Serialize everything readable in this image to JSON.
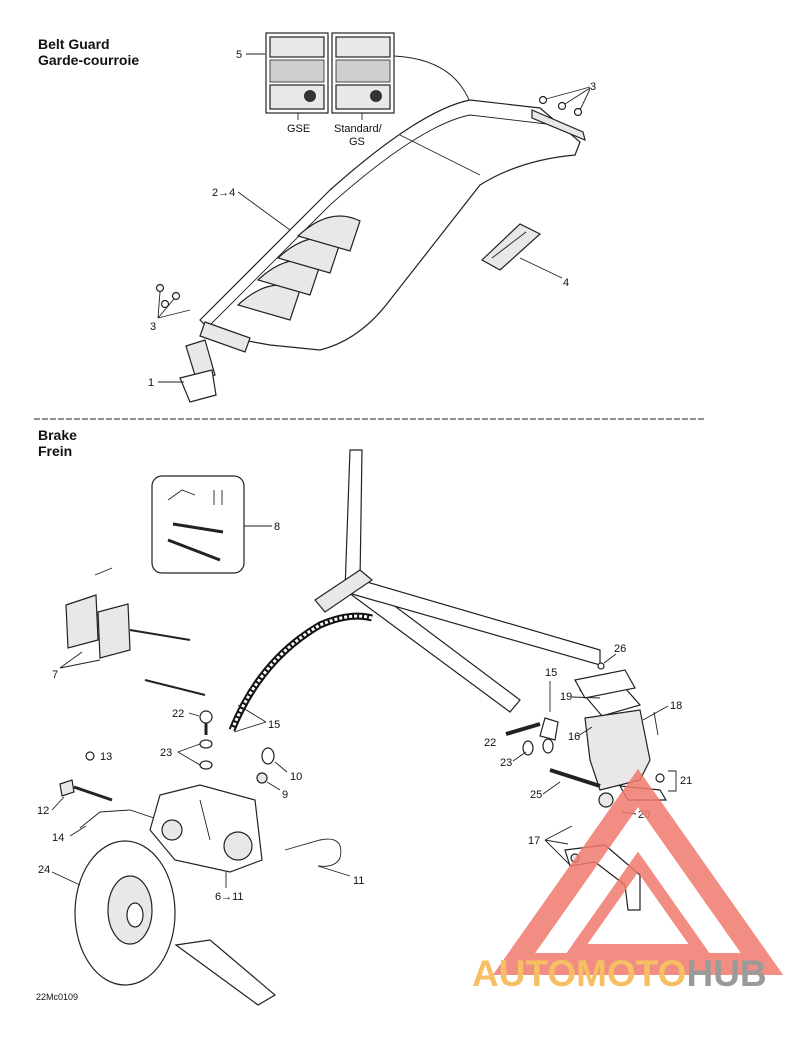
{
  "sections": {
    "belt_guard": {
      "title_en": "Belt Guard",
      "title_fr": "Garde-courroie"
    },
    "brake": {
      "title_en": "Brake",
      "title_fr": "Frein"
    }
  },
  "belt_labels": {
    "l5": "5",
    "l3a": "3",
    "l24": "2→4",
    "l4": "4",
    "l3b": "3",
    "l1": "1",
    "gse": "GSE",
    "standard": "Standard/",
    "gs": "GS"
  },
  "brake_labels": {
    "l8": "8",
    "l7": "7",
    "l22a": "22",
    "l15a": "15",
    "l23a": "23",
    "l13": "13",
    "l10": "10",
    "l9": "9",
    "l12": "12",
    "l14": "14",
    "l24": "24",
    "l611": "6→11",
    "l11": "11",
    "l15b": "15",
    "l26": "26",
    "l19": "19",
    "l18": "18",
    "l16": "16",
    "l22b": "22",
    "l23b": "23",
    "l21": "21",
    "l25": "25",
    "l20": "20",
    "l17": "17"
  },
  "diagram_code": "22Mc0109",
  "watermark": {
    "part1": "AUTOMOTO",
    "part2": "HUB"
  },
  "colors": {
    "watermark_red": "#f07a6e",
    "watermark_orange": "#f6bf64",
    "watermark_gray": "#9a9a9a"
  }
}
